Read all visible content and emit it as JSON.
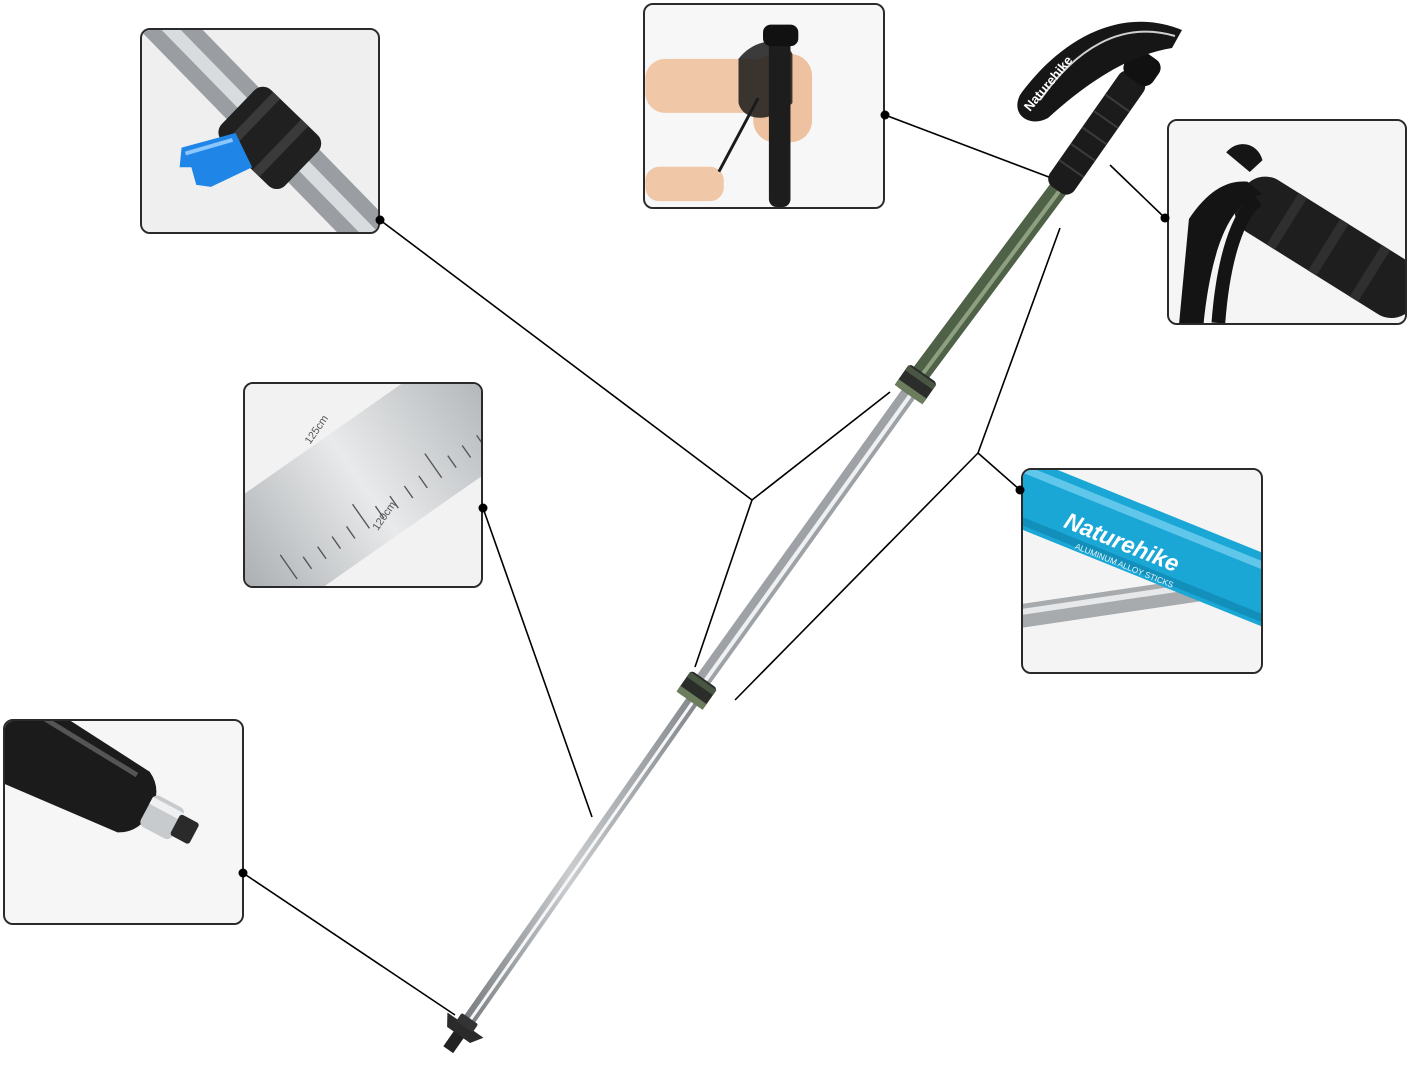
{
  "scale_labels": [
    "125cm",
    "120cm"
  ],
  "brand": {
    "name": "Naturehike",
    "subtitle": "ALUMINUM ALLOY STICKS",
    "handle_logo": "Naturehike"
  },
  "colors": {
    "lock_blue": "#1f86e8",
    "brand_blue": "#1aa7d6",
    "shaft_silver": "#b9bcbf",
    "shaft_green": "#5e7354",
    "grip_black": "#1d1d1d"
  }
}
